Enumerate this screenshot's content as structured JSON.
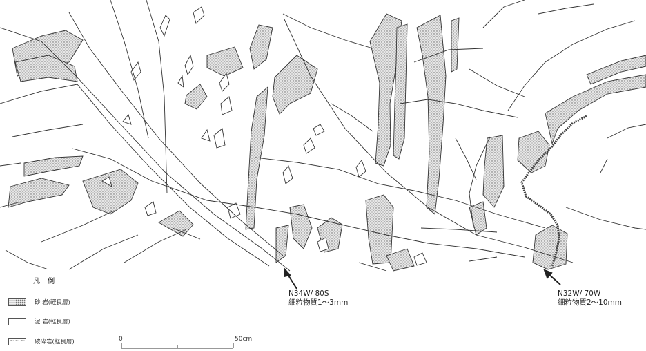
{
  "annotations": [
    {
      "id": "left",
      "line1": "N34W/ 80S",
      "line2": "細粒物質1〜3mm"
    },
    {
      "id": "right",
      "line1": "N32W/ 70W",
      "line2": "細粒物質2〜10mm"
    }
  ],
  "legend": {
    "title": "凡 例",
    "items": [
      {
        "swatch": "sand",
        "label": "砂 岩(軽良層)"
      },
      {
        "swatch": "mud",
        "label": "泥 岩(軽良層)"
      },
      {
        "swatch": "breccia",
        "swatch_text": "~~~",
        "label": "破砕岩(軽良層)"
      }
    ]
  },
  "scale": {
    "start": "0",
    "end": "50cm"
  },
  "colors": {
    "line": "#333333",
    "sandstone_fill": "#d0d0d0",
    "breccia_line": "#444444"
  }
}
